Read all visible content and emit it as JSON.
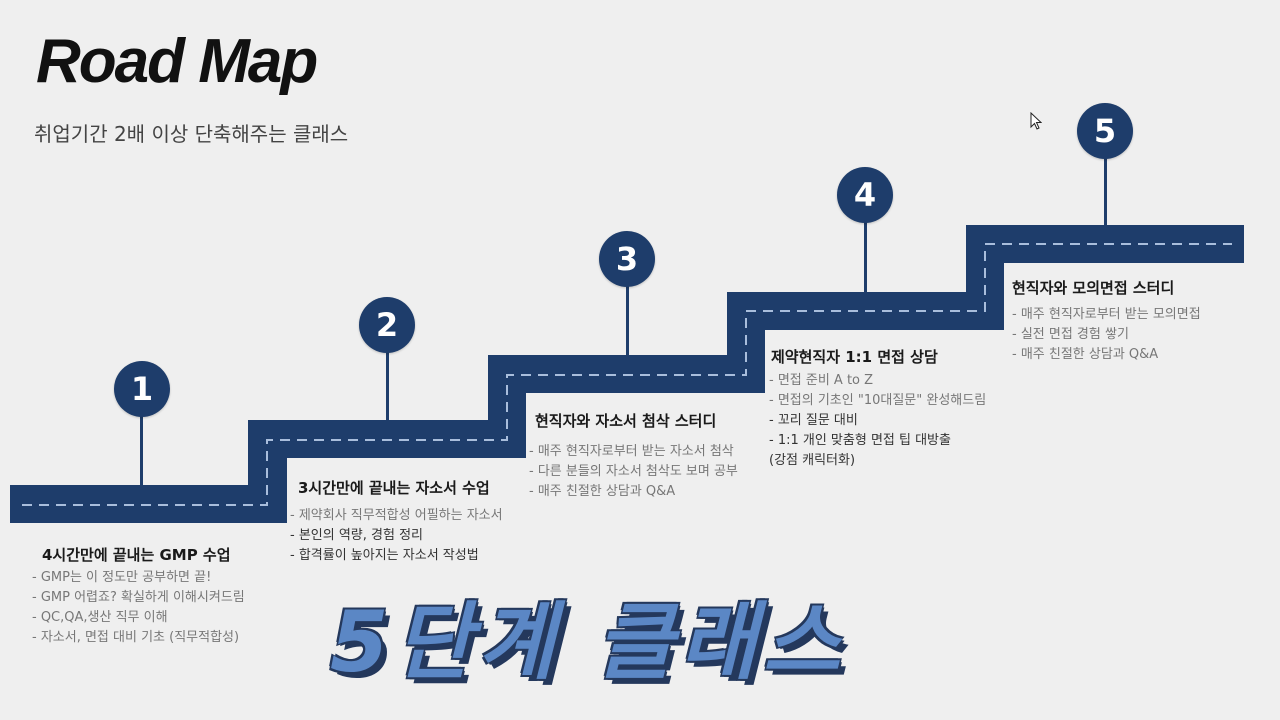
{
  "header": {
    "title": "Road Map",
    "subtitle": "취업기간 2배 이상 단축해주는 클래스"
  },
  "colors": {
    "road": "#1e3d6b",
    "accent": "#5b87c5"
  },
  "steps": [
    {
      "number": "1",
      "title": "4시간만에 끝내는 GMP 수업",
      "items": [
        "GMP는 이 정도만 공부하면 끝!",
        "GMP 어렵죠? 확실하게 이해시켜드림",
        "QC,QA,생산 직무 이해",
        "자소서, 면접 대비 기초 (직무적합성)"
      ]
    },
    {
      "number": "2",
      "title": "3시간만에 끝내는 자소서 수업",
      "items": [
        "제약회사 직무적합성 어필하는 자소서",
        "본인의 역량, 경험 정리",
        "합격률이 높아지는 자소서 작성법"
      ]
    },
    {
      "number": "3",
      "title": "현직자와 자소서 첨삭 스터디",
      "items": [
        "매주 현직자로부터 받는 자소서 첨삭",
        "다른 분들의 자소서 첨삭도 보며 공부",
        "매주 친절한 상담과 Q&A"
      ]
    },
    {
      "number": "4",
      "title": "제약현직자 1:1 면접 상담",
      "items": [
        "면접 준비 A to Z",
        "면접의 기초인 \"10대질문\" 완성해드림",
        "꼬리 질문 대비",
        "1:1 개인 맞춤형 면접 팁 대방출",
        "(강점 캐릭터화)"
      ]
    },
    {
      "number": "5",
      "title": "현직자와 모의면접 스터디",
      "items": [
        "매주 현직자로부터 받는 모의면접",
        "실전 면접 경험 쌓기",
        "매주 친절한 상담과 Q&A"
      ]
    }
  ],
  "banner": "5단계 클래스"
}
